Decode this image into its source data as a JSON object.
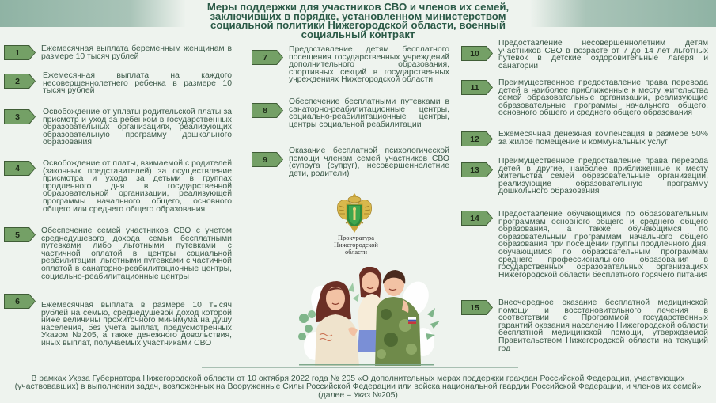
{
  "header": {
    "title": "Меры поддержки для участников СВО и членов их семей, заключивших в порядке, установленном министерством социальной политики Нижегородской области, военный социальный контракт"
  },
  "colors": {
    "background": "#eef3ee",
    "badge_fill": "#74a066",
    "badge_border": "#3f5d36",
    "title_text": "#2b5a47",
    "body_text": "#3d5a4a",
    "header_band": "#8fb3a4"
  },
  "measures": [
    {
      "num": "1",
      "text": "Ежемесячная выплата беременным женщинам в размере 10 тысяч рублей"
    },
    {
      "num": "2",
      "text": "Ежемесячная выплата на каждого несовершеннолетнего ребенка в размере 10 тысяч рублей"
    },
    {
      "num": "3",
      "text": "Освобождение от уплаты родительской платы за присмотр и уход за ребенком в государственных образовательных организациях, реализующих образовательную программу дошкольного образования"
    },
    {
      "num": "4",
      "text": "Освобождение от платы, взимаемой с родителей (законных представителей) за осуществление присмотра и ухода за детьми в группах продленного дня в государственной образовательной организации, реализующей программы начального общего, основного общего или среднего общего образования"
    },
    {
      "num": "5",
      "text": "Обеспечение семей участников СВО с учетом среднедушевого дохода семьи бесплатными путевками либо льготными путевками с частичной оплатой в центры социальной реабилитации, льготными путевками с частичной оплатой в санаторно-реабилитационные центры, социально-реабилитационные центры"
    },
    {
      "num": "6",
      "text": "Ежемесячная выплата в размере 10 тысяч рублей на семью, среднедушевой доход которой ниже величины прожиточного минимума на душу населения, без учета выплат, предусмотренных Указом №205, а также денежного довольствия, иных выплат, получаемых участниками СВО"
    },
    {
      "num": "7",
      "text": "Предоставление детям бесплатного посещения государственных учреждений дополнительного образования, спортивных секций в государственных учреждениях Нижегородской области"
    },
    {
      "num": "8",
      "text": "Обеспечение бесплатными путевками в санаторно-реабилитационные центры, социально-реабилитационные центры, центры социальной реабилитации"
    },
    {
      "num": "9",
      "text": "Оказание бесплатной психологической помощи членам семей участников СВО (супруга (супруг), несовершеннолетние дети, родители)"
    },
    {
      "num": "10",
      "text": "Предоставление несовершеннолетним детям участников СВО в возрасте от 7 до 14 лет льготных путевок в детские оздоровительные лагеря и санатории"
    },
    {
      "num": "11",
      "text": "Преимущественное предоставление права перевода детей в наиболее приближенные к месту жительства семей образовательные организации, реализующие образовательные программы начального общего, основного общего и среднего общего образования"
    },
    {
      "num": "12",
      "text": "Ежемесячная денежная компенсация в размере 50% за жилое помещение и коммунальных услуг"
    },
    {
      "num": "13",
      "text": "Преимущественное предоставление права перевода детей в другие, наиболее приближенные к месту жительства семей образовательные организации, реализующие образовательную программу дошкольного образования"
    },
    {
      "num": "14",
      "text": "Предоставление обучающимся по образовательным программам основного общего и среднего общего образования, а также обучающимся по образовательным программам начального общего образования при посещении группы продленного дня, обучающимся по образовательным программам среднего профессионального образования в государственных образовательных организациях Нижегородской области бесплатного горячего питания"
    },
    {
      "num": "15",
      "text": "Внеочередное оказание бесплатной медицинской помощи и восстановительного лечения в соответствии с Программой государственных гарантий оказания населению Нижегородской области бесплатной медицинской помощи, утверждаемой Правительством Нижегородской области на текущий год"
    }
  ],
  "organization": {
    "line1": "Прокуратура",
    "line2": "Нижегородской",
    "line3": "области",
    "emblem_icon": "prosecutor-emblem-icon"
  },
  "illustration": {
    "icon": "family-illustration"
  },
  "footer": {
    "text": "В рамках Указа Губернатора Нижегородской области от 10 октября 2022 года № 205 «О дополнительных мерах поддержки граждан Российской Федерации, участвующих (участвовавших) в выполнении задач, возложенных на Вооруженные Силы Российской Федерации или войска национальной гвардии Российской Федерации, и членов их семей» (далее – Указ №205)"
  }
}
